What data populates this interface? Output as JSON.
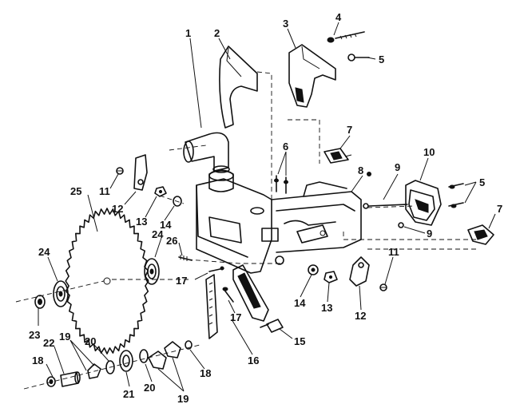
{
  "callouts": [
    {
      "id": "c1",
      "text": "1"
    },
    {
      "id": "c2",
      "text": "2"
    },
    {
      "id": "c3",
      "text": "3"
    },
    {
      "id": "c4",
      "text": "4"
    },
    {
      "id": "c5a",
      "text": "5"
    },
    {
      "id": "c5b",
      "text": "5"
    },
    {
      "id": "c6",
      "text": "6"
    },
    {
      "id": "c7a",
      "text": "7"
    },
    {
      "id": "c7b",
      "text": "7"
    },
    {
      "id": "c8",
      "text": "8"
    },
    {
      "id": "c9a",
      "text": "9"
    },
    {
      "id": "c9b",
      "text": "9"
    },
    {
      "id": "c10",
      "text": "10"
    },
    {
      "id": "c11a",
      "text": "11"
    },
    {
      "id": "c11b",
      "text": "11"
    },
    {
      "id": "c12a",
      "text": "12"
    },
    {
      "id": "c12b",
      "text": "12"
    },
    {
      "id": "c13a",
      "text": "13"
    },
    {
      "id": "c13b",
      "text": "13"
    },
    {
      "id": "c14a",
      "text": "14"
    },
    {
      "id": "c14b",
      "text": "14"
    },
    {
      "id": "c15",
      "text": "15"
    },
    {
      "id": "c16",
      "text": "16"
    },
    {
      "id": "c17a",
      "text": "17"
    },
    {
      "id": "c17b",
      "text": "17"
    },
    {
      "id": "c18a",
      "text": "18"
    },
    {
      "id": "c18b",
      "text": "18"
    },
    {
      "id": "c19a",
      "text": "19"
    },
    {
      "id": "c19b",
      "text": "19"
    },
    {
      "id": "c20a",
      "text": "20"
    },
    {
      "id": "c20b",
      "text": "20"
    },
    {
      "id": "c21",
      "text": "21"
    },
    {
      "id": "c22",
      "text": "22"
    },
    {
      "id": "c23",
      "text": "23"
    },
    {
      "id": "c24a",
      "text": "24"
    },
    {
      "id": "c24b",
      "text": "24"
    },
    {
      "id": "c25",
      "text": "25"
    },
    {
      "id": "c26",
      "text": "26"
    }
  ],
  "colors": {
    "ink": "#111111",
    "paper": "#ffffff"
  }
}
